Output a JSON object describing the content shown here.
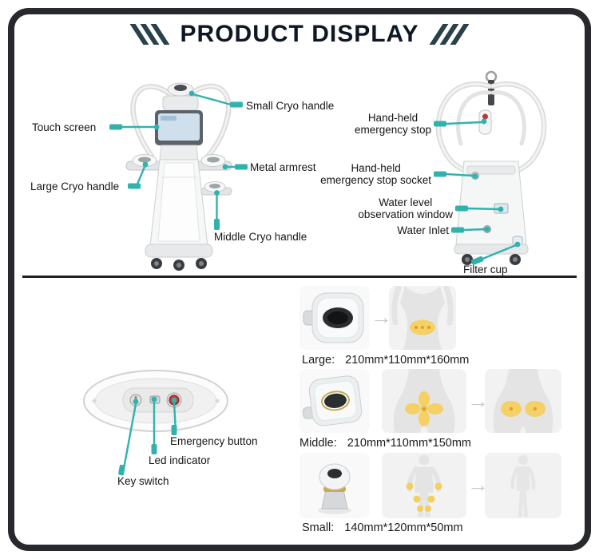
{
  "header": {
    "title": "PRODUCT DISPLAY"
  },
  "machine_callouts": {
    "small_cryo_handle": "Small Cryo handle",
    "touch_screen": "Touch screen",
    "metal_armrest": "Metal armrest",
    "large_cryo_handle": "Large Cryo handle",
    "middle_cryo_handle": "Middle Cryo handle",
    "handheld_emergency_stop": [
      "Hand-held",
      "emergency stop"
    ],
    "handheld_emergency_stop_socket": [
      "Hand-held",
      "emergency stop socket"
    ],
    "water_level_observation_window": [
      "Water level",
      "observation window"
    ],
    "water_inlet": "Water Inlet",
    "filter_cup": "Filter cup"
  },
  "panel_callouts": {
    "emergency_button": "Emergency button",
    "led_indicator": "Led indicator",
    "key_switch": "Key switch"
  },
  "size_rows": [
    {
      "label": "Large:",
      "size": "210mm*110mm*160mm"
    },
    {
      "label": "Middle:",
      "size": "210mm*110mm*150mm"
    },
    {
      "label": "Small:",
      "size": "140mm*120mm*50mm"
    }
  ],
  "icons": {
    "arrow_right": "→",
    "slashes_left": "triple-backslash",
    "slashes_right": "triple-slash"
  },
  "colors": {
    "accent_teal": "#31b2ad",
    "frame_dark": "#27292c",
    "title_dark": "#0f1724",
    "highlight_yellow": "#f4cf5e"
  }
}
